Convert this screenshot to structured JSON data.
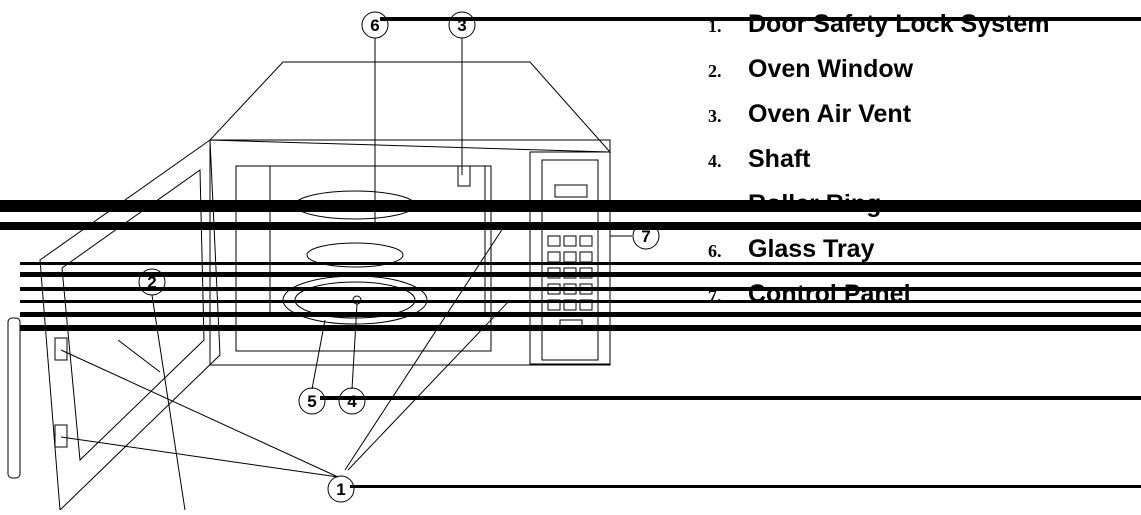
{
  "parts": [
    {
      "number": "1.",
      "label": "Door Safety Lock System"
    },
    {
      "number": "2.",
      "label": "Oven Window"
    },
    {
      "number": "3.",
      "label": "Oven Air Vent"
    },
    {
      "number": "4.",
      "label": "Shaft"
    },
    {
      "number": "5.",
      "label": "Roller Ring"
    },
    {
      "number": "6.",
      "label": "Glass Tray"
    },
    {
      "number": "7.",
      "label": "Control Panel"
    }
  ],
  "callouts": {
    "c1": "1",
    "c2": "2",
    "c3": "3",
    "c4": "4",
    "c5": "5",
    "c6": "6",
    "c7": "7"
  }
}
